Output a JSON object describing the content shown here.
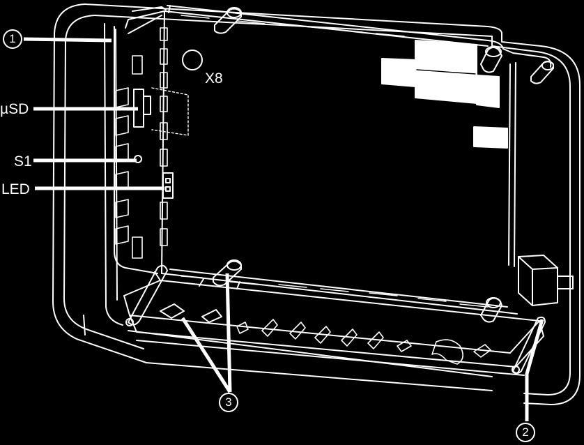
{
  "labels": {
    "callout_1": "1",
    "callout_2": "2",
    "callout_3": "3",
    "x8": "X8",
    "usd": "µSD",
    "s1": "S1",
    "led": "LED"
  },
  "colors": {
    "background": "#000000",
    "line": "#ffffff"
  }
}
